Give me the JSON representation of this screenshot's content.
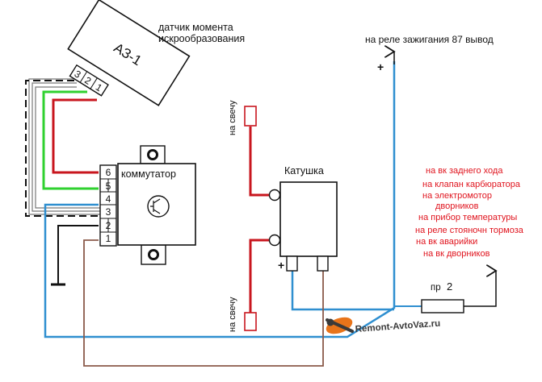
{
  "labels": {
    "sensor_title_line1": "датчик момента",
    "sensor_title_line2": "искрообразования",
    "sensor_name": "АЗ-1",
    "sensor_pins": [
      "3",
      "2",
      "1"
    ],
    "ignition_relay": "на реле зажигания 87 вывод",
    "commutator": "коммутатор",
    "commutator_pins": [
      "6",
      "5",
      "4",
      "3",
      "2",
      "1"
    ],
    "coil": "Катушка",
    "to_spark_plug": "на свечу",
    "plus": "+",
    "fuse": "пр",
    "fuse_number": "2",
    "watermark": "Remont-AvtoVaz.ru"
  },
  "fuse_loads": [
    "на вк заднего хода",
    "на клапан карбюратора",
    "на электромотор",
    "дворников",
    "на прибор температуры",
    "на реле стояночн тормоза",
    "на вк аварийки",
    "на вк дворников"
  ],
  "colors": {
    "wire_red": "#c8161e",
    "wire_green": "#2fd12f",
    "wire_blue": "#2f8fd0",
    "wire_brown": "#8b5a4a",
    "wire_black": "#111111",
    "text_red": "#e0141e",
    "watermark_orange": "#e8741a"
  }
}
